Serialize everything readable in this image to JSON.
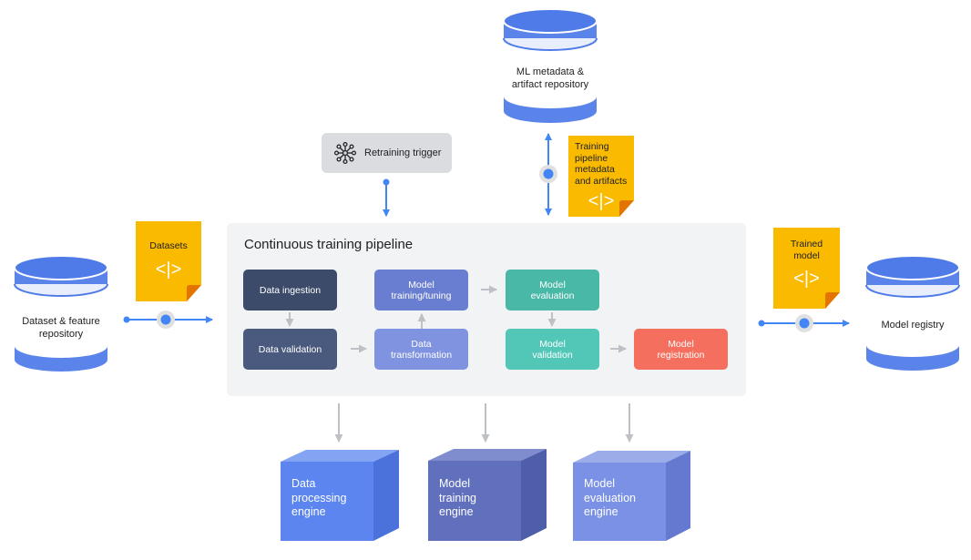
{
  "pipeline": {
    "title": "Continuous training pipeline",
    "steps": {
      "ingestion": "Data ingestion",
      "validation": "Data validation",
      "transformation": "Data\ntransformation",
      "training": "Model\ntraining/tuning",
      "evaluation": "Model\nevaluation",
      "model_validation": "Model\nvalidation",
      "registration": "Model\nregistration"
    }
  },
  "repositories": {
    "dataset": "Dataset & feature\nrepository",
    "metadata": "ML metadata &\nartifact repository",
    "registry": "Model registry"
  },
  "notes": {
    "datasets": "Datasets",
    "training_metadata": "Training\npipeline\nmetadata\nand artifacts",
    "trained_model": "Trained\nmodel",
    "code_glyph": "<|>"
  },
  "trigger": {
    "label": "Retraining trigger",
    "icon": "network-icon"
  },
  "engines": {
    "data_processing": "Data\nprocessing\nengine",
    "model_training": "Model\ntraining\nengine",
    "model_evaluation": "Model\nevaluation\nengine"
  },
  "colors": {
    "cylinder": "#5b84ea",
    "cylinder_band": "#4f7be8",
    "connector_blue": "#4285f4",
    "note_yellow": "#f9ba00",
    "note_fold": "#e37400",
    "gray_arrow": "#bdc1c6",
    "step_ingestion": "#3c4b6a",
    "step_validation": "#4a5a7e",
    "step_training": "#6a7ed1",
    "step_transformation": "#7f93e0",
    "step_evaluation": "#49b8a7",
    "step_model_validation": "#52c7b8",
    "step_registration": "#f56f5e",
    "engine_data": "#5c85ef",
    "engine_training": "#6070bd",
    "engine_eval": "#7a91e6"
  }
}
